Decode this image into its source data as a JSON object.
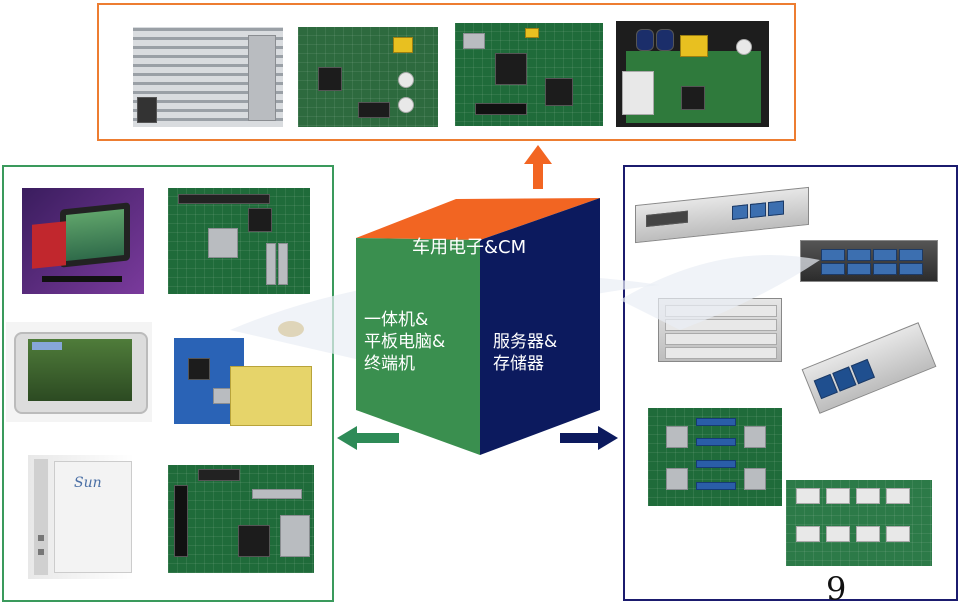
{
  "cube": {
    "top_label": "车用电子&CM",
    "left_label_lines": [
      "一体机&",
      "平板电脑&",
      "终端机"
    ],
    "right_label_lines": [
      "服务器&",
      "存储器"
    ],
    "top_color": "#f26522",
    "left_color": "#3a8f4f",
    "right_color": "#0c1a5e"
  },
  "frames": {
    "top_color": "#ed7d31",
    "left_color": "#3a9a5c",
    "right_color": "#1b1b6e"
  },
  "arrows": {
    "up_color": "#f26522",
    "left_color": "#2e8b57",
    "right_color": "#0c1a5e"
  },
  "photos": {
    "top": [
      "aluminum-heatsink-module",
      "automotive-control-board",
      "embedded-mainboard",
      "power-supply-board"
    ],
    "left": [
      "all-in-one-pc",
      "all-in-one-motherboard",
      "tablet-device",
      "tablet-board-with-battery",
      "sun-thin-client",
      "thin-client-motherboard"
    ],
    "right": [
      "rack-server-1u",
      "rack-server-2u",
      "storage-chassis-4u",
      "blade-storage-unit",
      "server-motherboard",
      "storage-backplane"
    ]
  },
  "sun_logo_text": "Sun",
  "page_number": "9"
}
